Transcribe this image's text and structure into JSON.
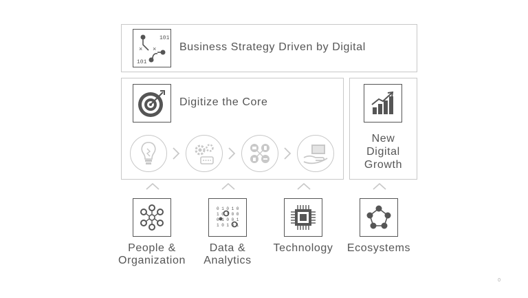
{
  "top": {
    "title": "Business Strategy Driven by Digital",
    "icon": "strategy-play-icon"
  },
  "core": {
    "title": "Digitize the Core",
    "icon": "target-icon",
    "steps": [
      "lightbulb-icon",
      "gears-process-icon",
      "connected-devices-icon",
      "hand-screen-icon"
    ]
  },
  "growth": {
    "line1": "New",
    "line2": "Digital",
    "line3": "Growth",
    "icon": "bar-chart-growth-icon"
  },
  "pillars": [
    {
      "line1": "People &",
      "line2": "Organization",
      "icon": "people-network-icon"
    },
    {
      "line1": "Data &",
      "line2": "Analytics",
      "icon": "data-grid-icon"
    },
    {
      "line1": "Technology",
      "line2": "",
      "icon": "chip-icon"
    },
    {
      "line1": "Ecosystems",
      "line2": "",
      "icon": "ecosystem-network-icon"
    }
  ],
  "page_number": "0"
}
